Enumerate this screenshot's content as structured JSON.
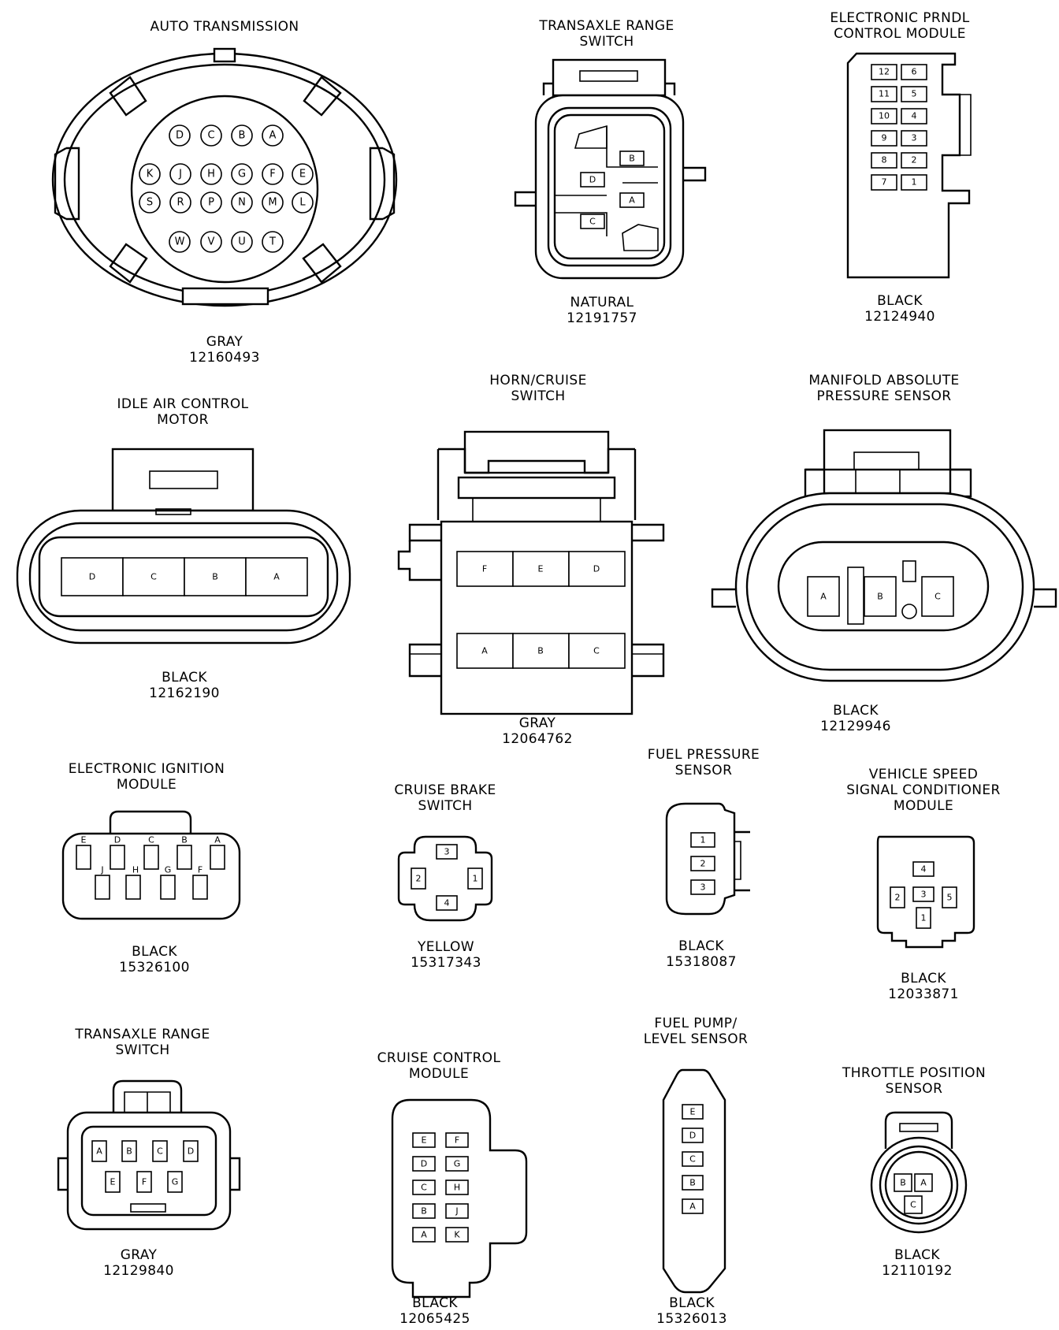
{
  "connectors": {
    "auto_transmission": {
      "title": [
        "AUTO TRANSMISSION"
      ],
      "color": "GRAY",
      "part": "12160493",
      "pins": [
        [
          "D",
          "C",
          "B",
          "A"
        ],
        [
          "K",
          "J",
          "H",
          "G",
          "F",
          "E"
        ],
        [
          "S",
          "R",
          "P",
          "N",
          "M",
          "L"
        ],
        [
          "W",
          "V",
          "U",
          "T"
        ]
      ]
    },
    "transaxle_range_switch_top": {
      "title": [
        "TRANSAXLE RANGE",
        "SWITCH"
      ],
      "color": "NATURAL",
      "part": "12191757",
      "pins": [
        "B",
        "D",
        "A",
        "C"
      ]
    },
    "electronic_prndl": {
      "title": [
        "ELECTRONIC PRNDL",
        "CONTROL MODULE"
      ],
      "color": "BLACK",
      "part": "12124940",
      "pins": [
        [
          "12",
          "6"
        ],
        [
          "11",
          "5"
        ],
        [
          "10",
          "4"
        ],
        [
          "9",
          "3"
        ],
        [
          "8",
          "2"
        ],
        [
          "7",
          "1"
        ]
      ]
    },
    "idle_air_control": {
      "title": [
        "IDLE AIR CONTROL",
        "MOTOR"
      ],
      "color": "BLACK",
      "part": "12162190",
      "pins": [
        "D",
        "C",
        "B",
        "A"
      ]
    },
    "horn_cruise": {
      "title": [
        "HORN/CRUISE",
        "SWITCH"
      ],
      "color": "GRAY",
      "part": "12064762",
      "pins": [
        [
          "F",
          "E",
          "D"
        ],
        [
          "A",
          "B",
          "C"
        ]
      ]
    },
    "map_sensor": {
      "title": [
        "MANIFOLD ABSOLUTE",
        "PRESSURE SENSOR"
      ],
      "color": "BLACK",
      "part": "12129946",
      "pins": [
        "A",
        "B",
        "C"
      ]
    },
    "electronic_ignition": {
      "title": [
        "ELECTRONIC IGNITION",
        "MODULE"
      ],
      "color": "BLACK",
      "part": "15326100",
      "pins": [
        [
          "E",
          "D",
          "C",
          "B",
          "A"
        ],
        [
          "J",
          "H",
          "G",
          "F"
        ]
      ]
    },
    "cruise_brake": {
      "title": [
        "CRUISE BRAKE",
        "SWITCH"
      ],
      "color": "YELLOW",
      "part": "15317343",
      "pins": [
        "3",
        "2",
        "1",
        "4"
      ]
    },
    "fuel_pressure": {
      "title": [
        "FUEL PRESSURE",
        "SENSOR"
      ],
      "color": "BLACK",
      "part": "15318087",
      "pins": [
        "1",
        "2",
        "3"
      ]
    },
    "vss_module": {
      "title": [
        "VEHICLE SPEED",
        "SIGNAL CONDITIONER",
        "MODULE"
      ],
      "color": "BLACK",
      "part": "12033871",
      "pins": [
        "4",
        "2",
        "3",
        "5",
        "1"
      ]
    },
    "transaxle_range_switch_bottom": {
      "title": [
        "TRANSAXLE RANGE",
        "SWITCH"
      ],
      "color": "GRAY",
      "part": "12129840",
      "pins": [
        [
          "A",
          "B",
          "C",
          "D"
        ],
        [
          "E",
          "F",
          "G"
        ]
      ]
    },
    "cruise_control_module": {
      "title": [
        "CRUISE CONTROL",
        "MODULE"
      ],
      "color": "BLACK",
      "part": "12065425",
      "pins": [
        [
          "E",
          "F"
        ],
        [
          "D",
          "G"
        ],
        [
          "C",
          "H"
        ],
        [
          "B",
          "J"
        ],
        [
          "A",
          "K"
        ]
      ]
    },
    "fuel_pump_level": {
      "title": [
        "FUEL PUMP/",
        "LEVEL SENSOR"
      ],
      "color": "BLACK",
      "part": "15326013",
      "pins": [
        "E",
        "D",
        "C",
        "B",
        "A"
      ]
    },
    "throttle_position": {
      "title": [
        "THROTTLE POSITION",
        "SENSOR"
      ],
      "color": "BLACK",
      "part": "12110192",
      "pins": [
        "B",
        "A",
        "C"
      ]
    }
  }
}
